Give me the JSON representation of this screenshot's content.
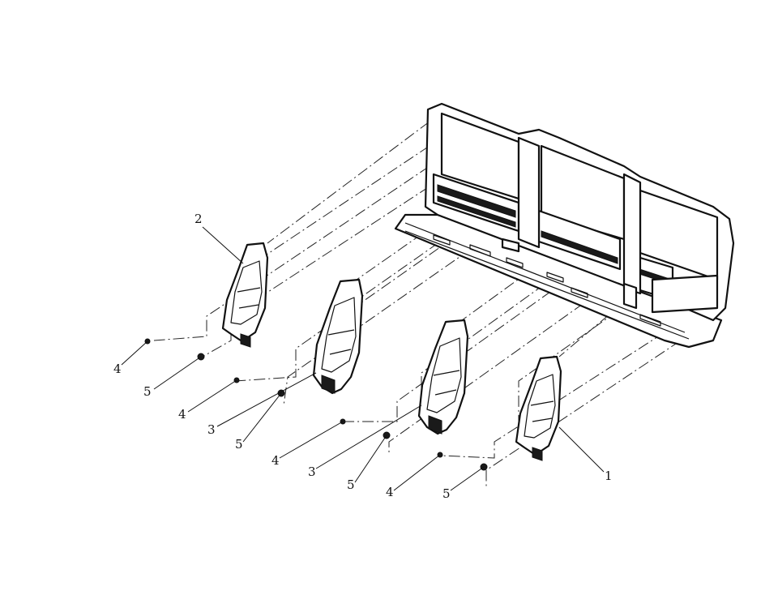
{
  "callouts": {
    "c1": "1",
    "c2": "2",
    "c3a": "3",
    "c3b": "3",
    "c4a": "4",
    "c4b": "4",
    "c4c": "4",
    "c4d": "4",
    "c5a": "5",
    "c5b": "5",
    "c5c": "5",
    "c5d": "5"
  }
}
